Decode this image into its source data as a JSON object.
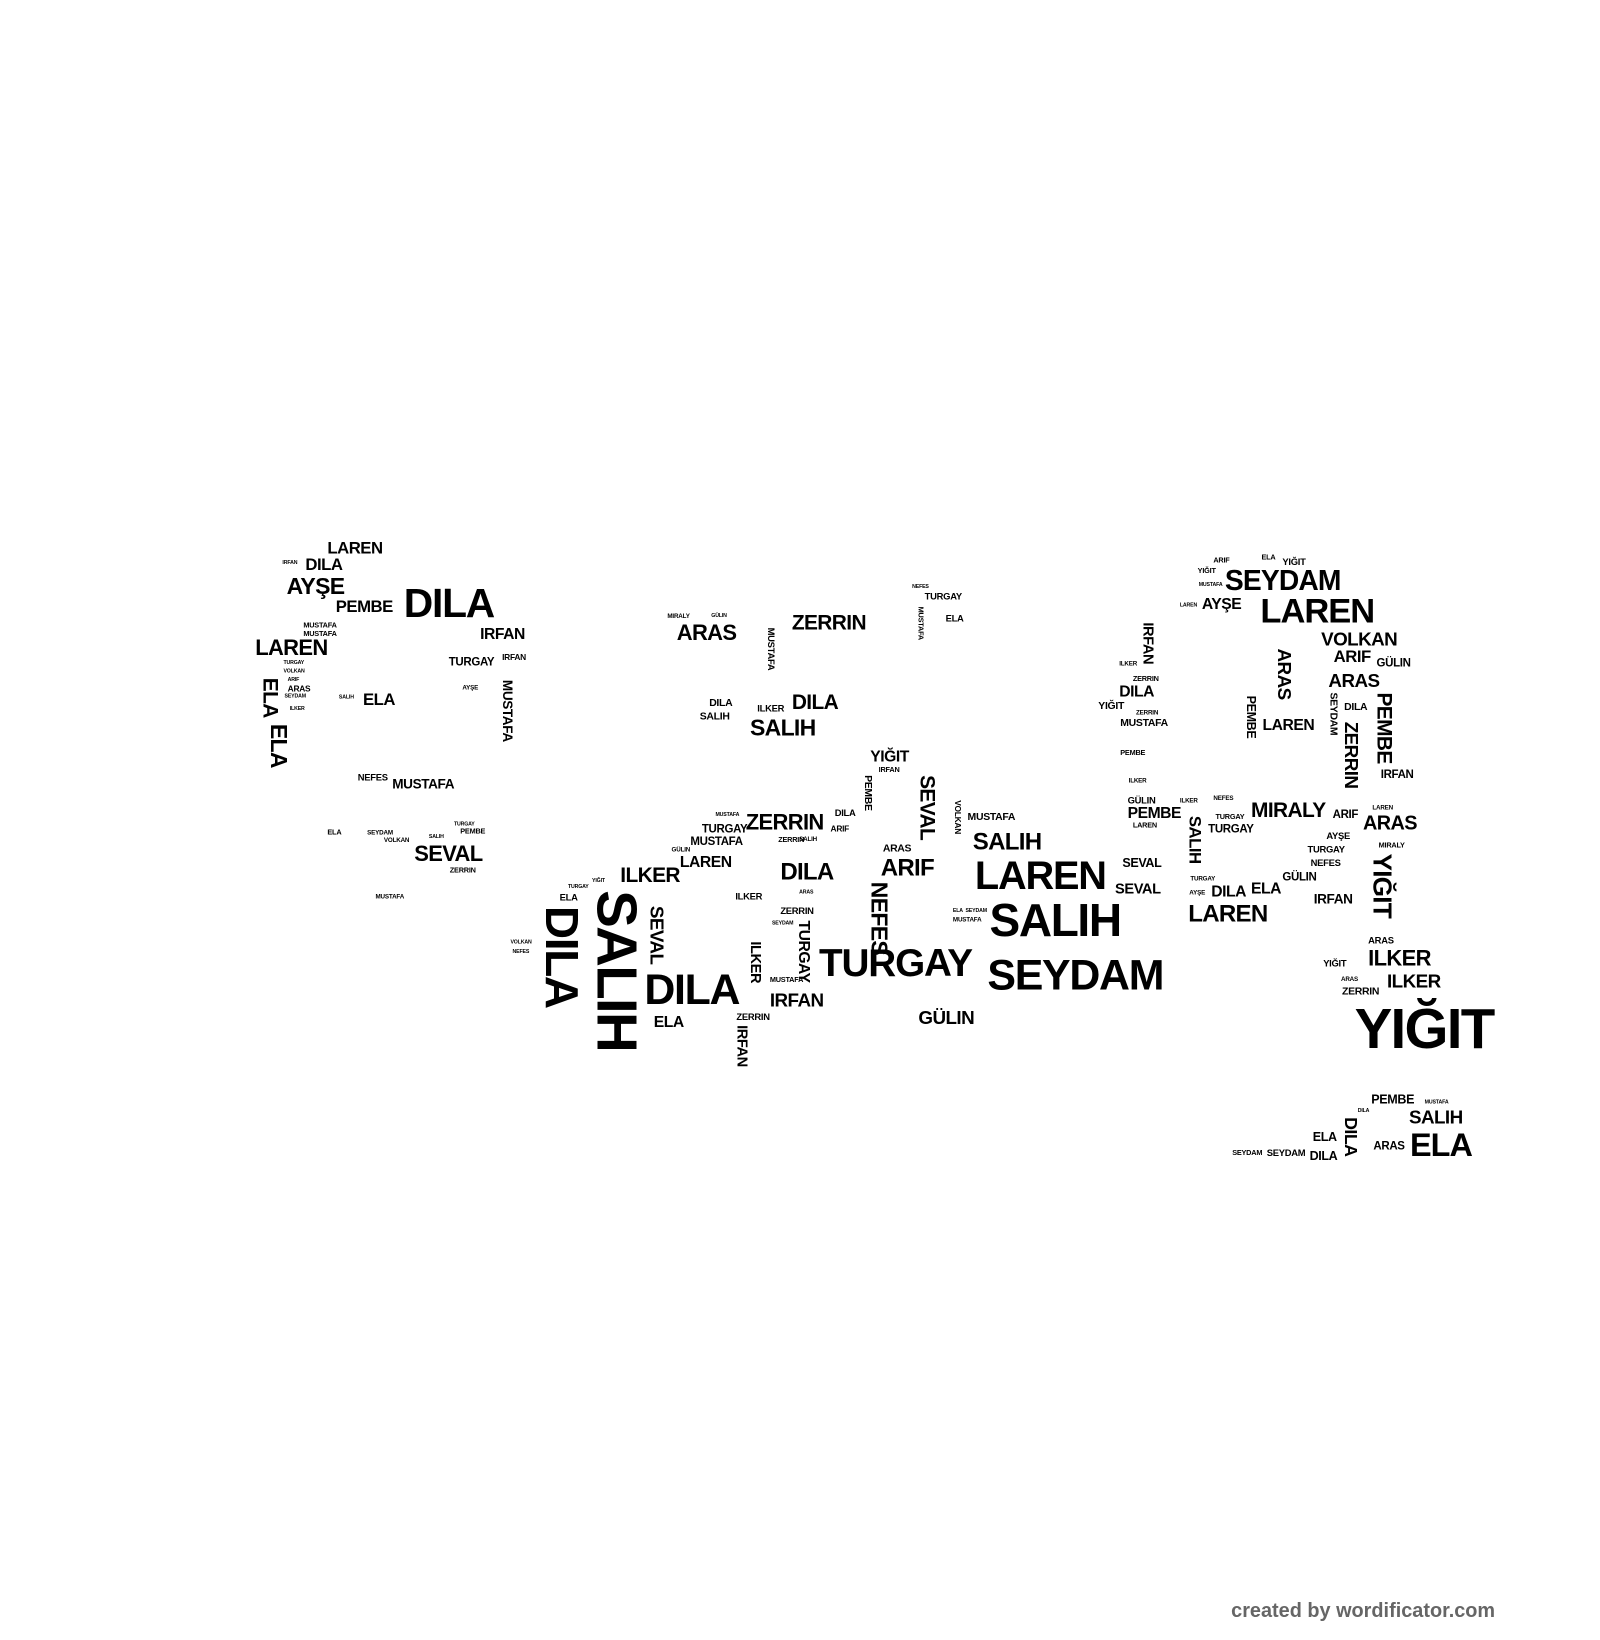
{
  "words": [
    "LAREN",
    "IRFAN",
    "DILA",
    "AYŞE",
    "PEMBE",
    "DILA",
    "IRFAN",
    "MUSTAFA",
    "MUSTAFA",
    "LAREN",
    "TURGAY",
    "IRFAN",
    "TURGAY",
    "VOLKAN",
    "ARIF",
    "ARAS",
    "SEYDAM",
    "ILKER",
    "ELA",
    "ELA",
    "SALIH",
    "ELA",
    "AYŞE",
    "MUSTAFA",
    "NEFES",
    "MUSTAFA",
    "ELA",
    "SEYDAM",
    "VOLKAN",
    "TURGAY",
    "PEMBE",
    "SEVAL",
    "ZERRIN",
    "MUSTAFA",
    "SALIH",
    "MIRALY",
    "GÜLIN",
    "ARAS",
    "ZERRIN",
    "MUSTAFA",
    "NEFES",
    "TURGAY",
    "MUSTAFA",
    "ELA",
    "DILA",
    "SALIH",
    "ILKER",
    "DILA",
    "SALIH",
    "YIĞIT",
    "IRFAN",
    "PEMBE",
    "SEVAL",
    "DILA",
    "VOLKAN",
    "MUSTAFA",
    "ZERRIN",
    "ARIF",
    "MUSTAFA",
    "TURGAY",
    "MUSTAFA",
    "GÜLIN",
    "LAREN",
    "ZERRIN",
    "SALIH",
    "ILKER",
    "YIĞIT",
    "DILA",
    "ARAS",
    "ARIF",
    "SALIH",
    "NEFES",
    "LAREN",
    "SALIH",
    "TURGAY",
    "ELA",
    "SALIH",
    "DILA",
    "SEVAL",
    "VOLKAN",
    "NEFES",
    "ILKER",
    "ARAS",
    "ZERRIN",
    "TURGAY",
    "DILA",
    "ELA",
    "ILKER",
    "MUSTAFA",
    "IRFAN",
    "TURGAY",
    "SEYDAM",
    "GÜLIN",
    "ZERRIN",
    "IRFAN",
    "MUSTAFA",
    "ELA",
    "SEYDAM",
    "SEYDAM",
    "ARIF",
    "ELA",
    "YIĞIT",
    "YIĞIT",
    "SEYDAM",
    "MUSTAFA",
    "LAREN",
    "AYŞE",
    "LAREN",
    "IRFAN",
    "VOLKAN",
    "ARIF",
    "GÜLIN",
    "ARAS",
    "ARAS",
    "ILKER",
    "ZERRIN",
    "DILA",
    "YIĞIT",
    "ZERRIN",
    "MUSTAFA",
    "PEMBE",
    "PEMBE",
    "LAREN",
    "SEYDAM",
    "PEMBE",
    "DILA",
    "ZERRIN",
    "IRFAN",
    "ILKER",
    "GÜLIN",
    "PEMBE",
    "LAREN",
    "ILKER",
    "NEFES",
    "SALIH",
    "TURGAY",
    "TURGAY",
    "MIRALY",
    "ARIF",
    "ARAS",
    "LAREN",
    "AYŞE",
    "TURGAY",
    "NEFES",
    "SEVAL",
    "SEVAL",
    "MIRALY",
    "YIĞIT",
    "GÜLIN",
    "IRFAN",
    "TURGAY",
    "AYŞE",
    "DILA",
    "ELA",
    "LAREN",
    "ARAS",
    "YIĞIT",
    "ILKER",
    "ARAS",
    "ILKER",
    "ZERRIN",
    "YIĞIT",
    "DILA",
    "PEMBE",
    "MUSTAFA",
    "SALIH",
    "DILA",
    "ELA",
    "ARAS",
    "ELA",
    "SEYDAM",
    "SEYDAM",
    "DILA"
  ],
  "watermark": "created by wordificator.com"
}
